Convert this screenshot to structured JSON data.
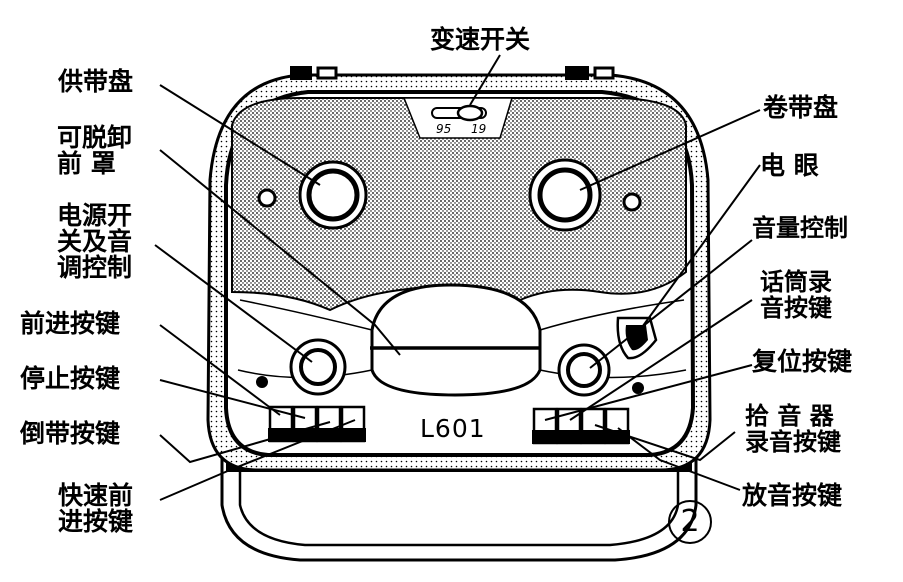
{
  "model_label": "L601",
  "figure_number": "2",
  "speed_marks": {
    "left": "95",
    "right": "19"
  },
  "labels": {
    "speed_switch": "变速开关",
    "supply_reel": "供带盘",
    "removable_front_cover": [
      "可脱卸",
      "前  罩"
    ],
    "takeup_reel": "卷带盘",
    "magic_eye": "电  眼",
    "power_switch_tone": [
      "电源开",
      "关及音",
      "调控制"
    ],
    "volume_control": "音量控制",
    "mic_record_key": [
      "话筒录",
      "音按键"
    ],
    "forward_key": "前进按键",
    "stop_key": "停止按键",
    "reset_key": "复位按键",
    "rewind_key": "倒带按键",
    "pickup_record_key": [
      "拾 音 器",
      "录音按键"
    ],
    "fast_forward_key": [
      "快速前",
      "进按键"
    ],
    "play_key": "放音按键"
  },
  "colors": {
    "ink": "#000000",
    "paper": "#ffffff"
  }
}
